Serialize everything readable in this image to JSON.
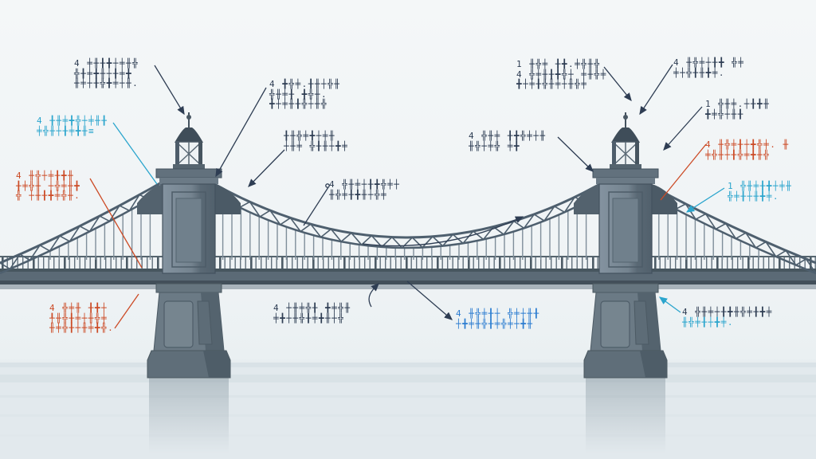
{
  "colors": {
    "annotation_navy": "#2e3d53",
    "annotation_cyan": "#2ba5cd",
    "annotation_blue": "#2b7cd0",
    "annotation_orange": "#cc4b26",
    "bridge_steel": "#5d6c78",
    "bridge_steel_dark": "#44525e",
    "bridge_steel_light": "#8493a0",
    "background": "#f1f5f7",
    "water": "#e2e9ed"
  },
  "labels": {
    "towerTopLeft": {
      "lines": [
        "4 ╪╫╂╋┼╪╫╬",
        "╬╂╪╋╫┼╂╪╋",
        "╫╪┼╂╬╋╪┼╫."
      ]
    },
    "towerLeftCyan": {
      "lines": [
        "4 ╂╫╪╋╬┼╪╫╂",
        "╪╬╫┼╂╪╋╫≡"
      ]
    },
    "deckLeftOrange": {
      "lines": [
        "4 ╫╬┼╪╂╋╫",
        "╂╪╬╫ ┼╬╪╫╋",
        "╬ ┼╫╂╋╪╬╫."
      ]
    },
    "pierLeftOrange": {
      "lines": [
        "4 ╬╪╫ ╂╋┼",
        "╀╫╬╂╪┼╫╬╪",
        "╫╪╬╂┼╫╪╋╬."
      ]
    },
    "saddleLeftA": {
      "lines": [
        "4 ╋╬╪.╂╫┼╬╫",
        "╬╫╪╂ ╋╬╫.",
        "╋┼╪╫╂╬┼╫╬"
      ]
    },
    "saddleLeftB": {
      "lines": [
        "╂╫╬╪╋┼╪╫",
        "┼╫╪ ╬╂╫┼╋╪"
      ]
    },
    "mainCable": {
      "lines": [
        "4 ╬╫╪┼╂╋╬╪┼",
        "╫╬╪╂╋╫┼╬╪"
      ]
    },
    "deckCenter": {
      "lines": [
        "4 ┼╫╪╬╂ ╋╪╬╫",
        "╪╋┼╫╬╂╪╋╫┼╬"
      ]
    },
    "deckCenterBlue": {
      "lines": [
        "4 ╫╬╪╂┼ ╬╪┼╫╂",
        "┼╋╪╫╬╂╪╬╪┼╋╫"
      ]
    },
    "saddleRight": {
      "lines": [
        "4 ╬╫╪ ╂╋╬╪┼╫",
        "╫╬┼╪╬ ╪╋"
      ]
    },
    "towerTopRight": {
      "lines": [
        "1 ╫╬╪ ╂╋.╪╬╫╬",
        "4 ╬╪╫╂╋╬┼ ╪╫╬╪",
        "╋┼╪╂╬╫╪┼╫╬╪"
      ]
    },
    "topRight": {
      "lines": [
        "4 ╫╬╪┼╂╋ ╬╪",
        "╪┼╬╂╫╋╪."
      ]
    },
    "cableRightA": {
      "lines": [
        "1 ╬╫╪.┼╂╋╫",
        "╋╪╬┼╫╂"
      ]
    },
    "cableRightOrange": {
      "lines": [
        "4 ╫╬╪╂┼╋╬╪. ╫",
        "╪╬╫┼╂╬╪╋╫╬"
      ]
    },
    "cableRightCyan": {
      "lines": [
        "1 ╬╫╪╂╋┼╪╫",
        "╬╪╂┼╫╋╪."
      ]
    },
    "pierRightCyan": {
      "lines": [
        "4 ╬╫╪┼╂╋╫╬╪╂╋╪",
        "╫╬╪╂┼╋╪."
      ]
    }
  }
}
